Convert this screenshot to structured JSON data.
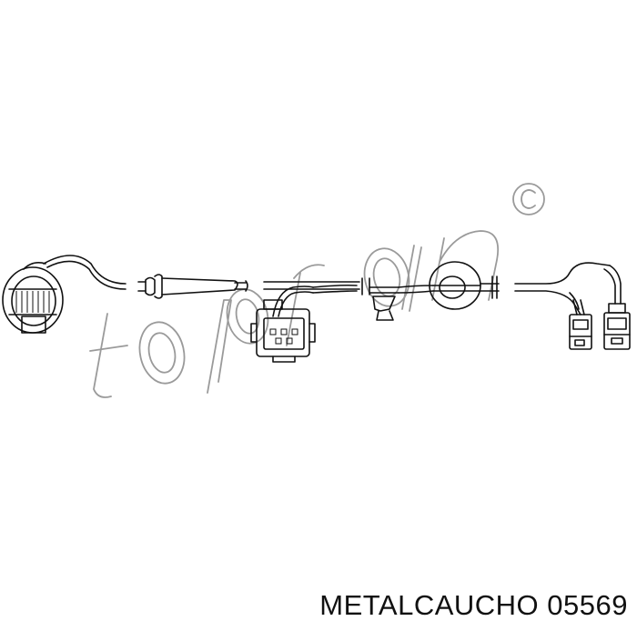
{
  "watermark": {
    "brand": "topran",
    "symbol": "©",
    "color": "#9a9a9a"
  },
  "caption": {
    "text": "METALCAUCHO 05569"
  },
  "diagram": {
    "subject": "ABS sensor cable harness",
    "line_color": "#111111"
  }
}
